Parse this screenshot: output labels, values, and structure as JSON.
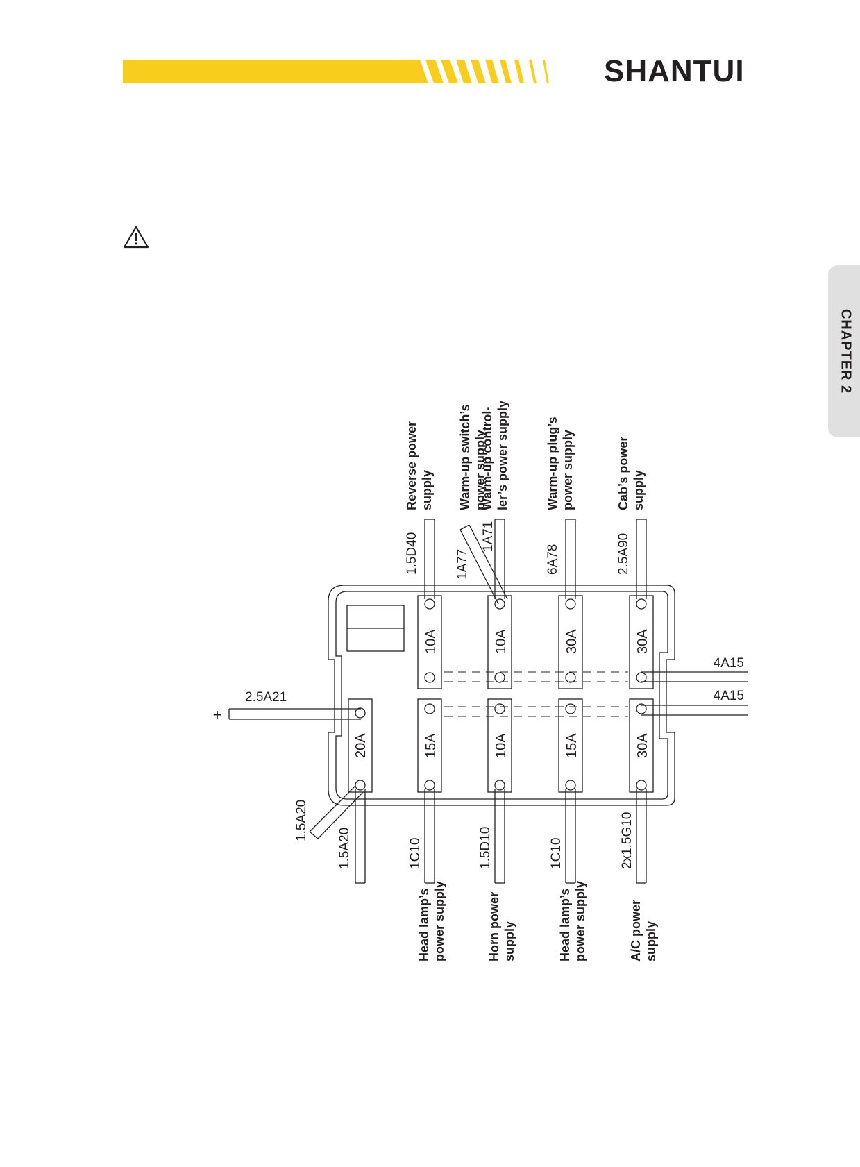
{
  "header": {
    "brand": "SHANTUI",
    "accent_color": "#f9cd1d",
    "logo_accent_color": "#f39200"
  },
  "warning": {
    "icon": "warning-triangle-icon"
  },
  "chapter_tab": {
    "label": "CHAPTER 2"
  },
  "fuse_box": {
    "main_fuse": {
      "rating": "20A"
    },
    "input": {
      "polarity": "+",
      "wire": "2.5A21"
    },
    "main_outputs": [
      "1.5A20",
      "1.5A20"
    ],
    "top_row": [
      {
        "rating": "10A",
        "wire": "1.5D40",
        "label_lines": [
          "Reverse power",
          "supply"
        ]
      },
      {
        "rating": "10A",
        "wire": "1A71",
        "label_lines": [
          "Warm-up control-",
          "ler’s power supply"
        ]
      },
      {
        "rating": "30A",
        "wire": "6A78",
        "label_lines": [
          "Warm-up plug’s",
          "power supply"
        ]
      },
      {
        "rating": "30A",
        "wire": "2.5A90",
        "label_lines": [
          "Cab’s power",
          "supply"
        ]
      }
    ],
    "extra_top": {
      "wire": "1A77",
      "label_lines": [
        "Warm-up switch’s",
        "power supply"
      ]
    },
    "bottom_row": [
      {
        "rating": "15A",
        "wire": "1C10",
        "label_lines": [
          "Head lamp’s",
          "power supply"
        ]
      },
      {
        "rating": "10A",
        "wire": "1.5D10",
        "label_lines": [
          "Horn power",
          "supply"
        ]
      },
      {
        "rating": "15A",
        "wire": "1C10",
        "label_lines": [
          "Head lamp’s",
          "power supply"
        ]
      },
      {
        "rating": "30A",
        "wire": "2x1.5G10",
        "label_lines": [
          "A/C power",
          "supply"
        ]
      }
    ],
    "right_feeds": [
      "4A15",
      "4A15"
    ]
  }
}
